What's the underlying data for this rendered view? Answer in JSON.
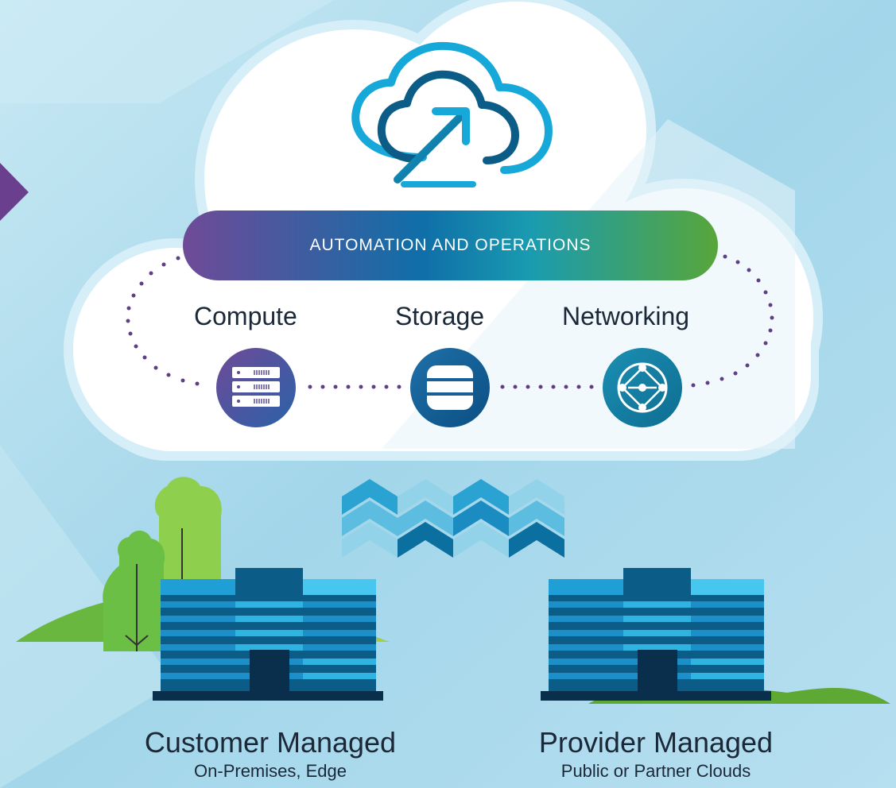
{
  "banner": {
    "label": "AUTOMATION AND OPERATIONS"
  },
  "categories": [
    {
      "label": "Compute",
      "icon": "server-stack-icon"
    },
    {
      "label": "Storage",
      "icon": "database-icon"
    },
    {
      "label": "Networking",
      "icon": "network-hub-icon"
    }
  ],
  "sites": [
    {
      "title": "Customer Managed",
      "subtitle": "On-Premises, Edge",
      "icon": "office-building-icon"
    },
    {
      "title": "Provider Managed",
      "subtitle": "Public or Partner Clouds",
      "icon": "office-building-icon"
    }
  ],
  "decoration": {
    "center_icon": "cloud-arrow-icon",
    "transfer_icon": "upward-chevrons-icon"
  },
  "colors": {
    "background": "#a9d9ea",
    "cloud": "#ffffff",
    "purple": "#6f4a98",
    "teal": "#0f7fa8",
    "green": "#58a63a",
    "building_light": "#2fb3e0",
    "building_dark": "#0b5c86"
  }
}
